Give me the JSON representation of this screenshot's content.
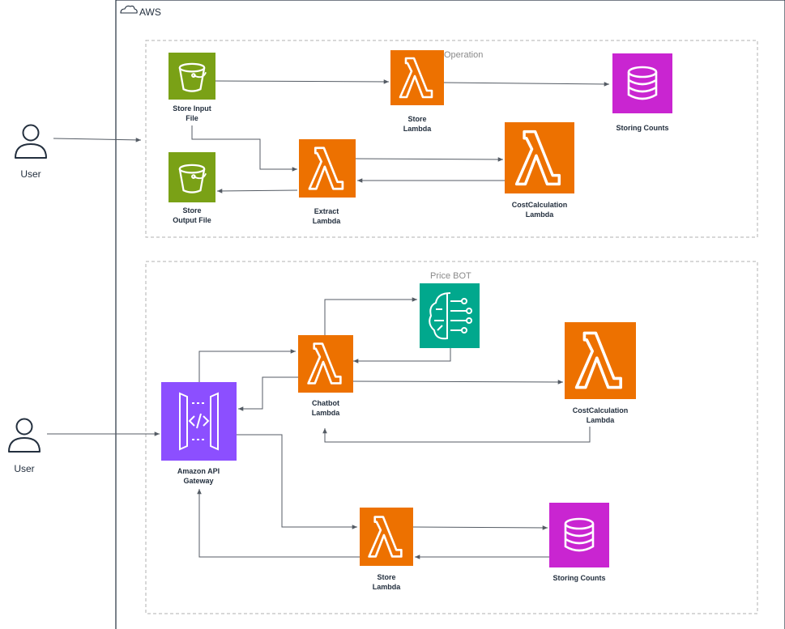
{
  "cloud": {
    "title": "AWS"
  },
  "groups": {
    "operation": "Operation",
    "price_bot": "Price BOT"
  },
  "users": {
    "top": "User",
    "bottom": "User"
  },
  "nodes": {
    "store_input": "Store Input\nFile",
    "store_lambda_top": "Store\nLambda",
    "storing_counts_top": "Storing Counts",
    "extract_lambda": "Extract\nLambda",
    "cost_calc_top": "CostCalculation\nLambda",
    "store_output": "Store\nOutput File",
    "chatbot_lambda": "Chatbot\nLambda",
    "cost_calc_bottom": "CostCalculation\nLambda",
    "api_gateway": "Amazon API\nGateway",
    "store_lambda_bottom": "Store\nLambda",
    "storing_counts_bottom": "Storing Counts"
  },
  "colors": {
    "s3": "#7AA116",
    "lambda": "#ED7100",
    "dynamodb": "#C925D1",
    "bedrock": "#01A88D",
    "api_gateway": "#8C4FFF",
    "arrow": "#545B64",
    "group_border": "#B0B0B0"
  },
  "icons": {
    "s3": "bucket-icon",
    "lambda": "lambda-icon",
    "dynamodb": "database-icon",
    "bedrock": "brain-circuit-icon",
    "api_gateway": "api-gateway-icon",
    "user": "user-icon",
    "cloud": "cloud-icon"
  }
}
